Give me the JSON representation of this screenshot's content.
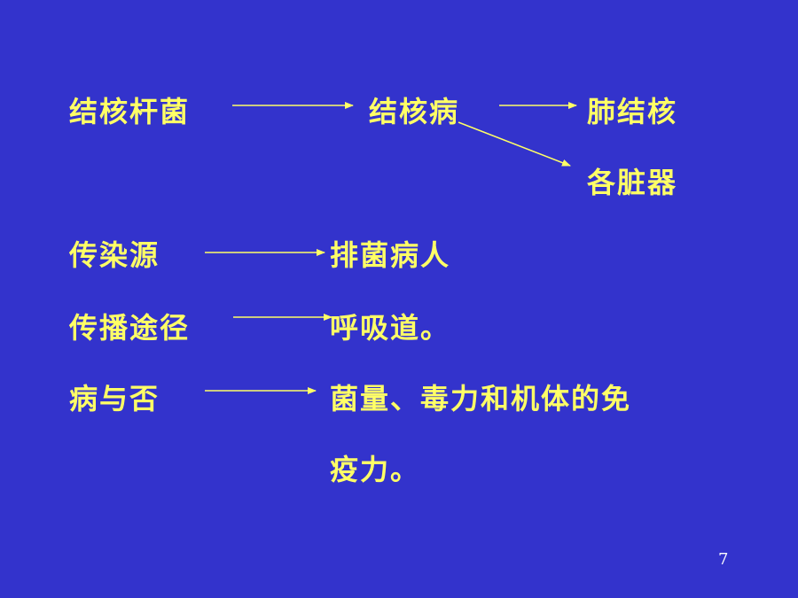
{
  "rows": {
    "r1": {
      "left": "结核杆菌",
      "mid": "结核病",
      "right": "肺结核",
      "branch": "各脏器"
    },
    "r2": {
      "left": "传染源",
      "right": "排菌病人"
    },
    "r3": {
      "left": "传播途径",
      "right": "呼吸道。"
    },
    "r4": {
      "left": "病与否",
      "right": "菌量、毒力和机体的免",
      "continuation": "疫力。"
    }
  },
  "page_number": "7",
  "colors": {
    "background": "#3333cc",
    "text": "#ffff66",
    "page_number": "#ffffff"
  }
}
